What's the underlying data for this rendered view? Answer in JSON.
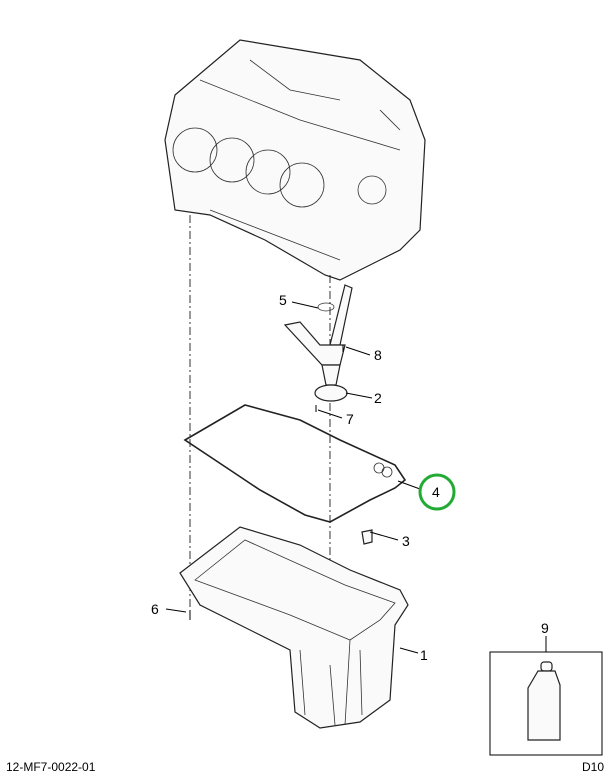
{
  "diagram": {
    "callouts": [
      {
        "id": "1",
        "label": "1"
      },
      {
        "id": "2",
        "label": "2"
      },
      {
        "id": "3",
        "label": "3"
      },
      {
        "id": "4",
        "label": "4",
        "highlighted": true
      },
      {
        "id": "5",
        "label": "5"
      },
      {
        "id": "6",
        "label": "6"
      },
      {
        "id": "7",
        "label": "7"
      },
      {
        "id": "8",
        "label": "8"
      },
      {
        "id": "9",
        "label": "9"
      }
    ],
    "highlight_color": "#22aa33",
    "drawing_number": "12-MF7-0022-01",
    "sheet": "D10"
  }
}
